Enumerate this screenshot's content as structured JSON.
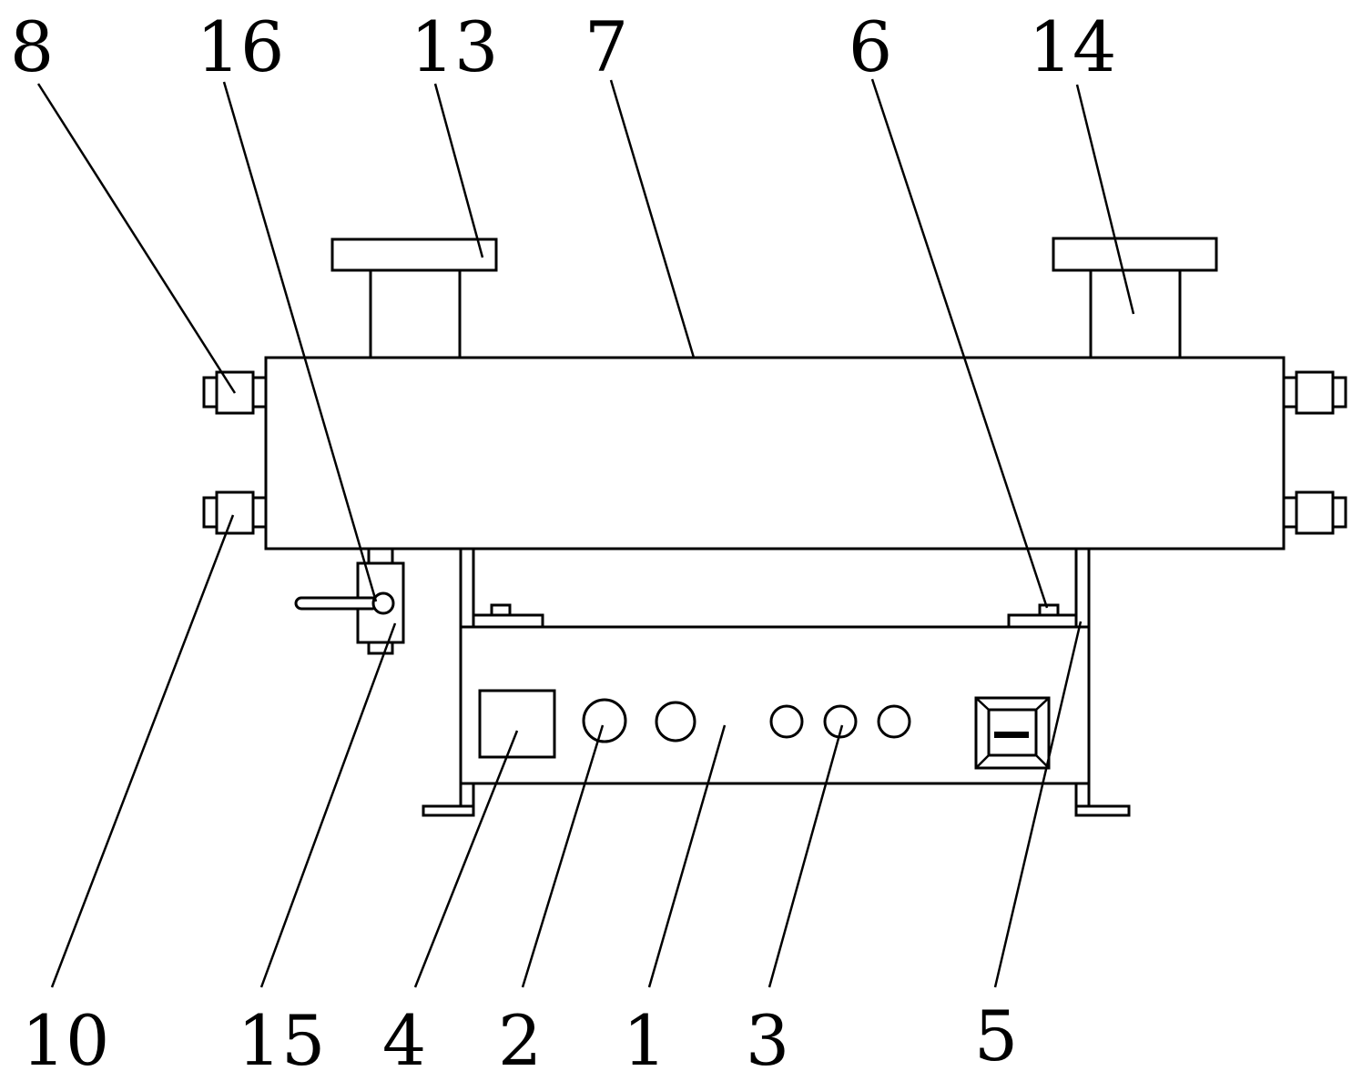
{
  "figure": {
    "labels": {
      "l8": "8",
      "l16": "16",
      "l13": "13",
      "l7": "7",
      "l6": "6",
      "l14": "14",
      "l10": "10",
      "l15": "15",
      "l4": "4",
      "l2": "2",
      "l1": "1",
      "l3": "3",
      "l5": "5"
    },
    "colors": {
      "line": "#000000",
      "background": "#ffffff"
    }
  }
}
